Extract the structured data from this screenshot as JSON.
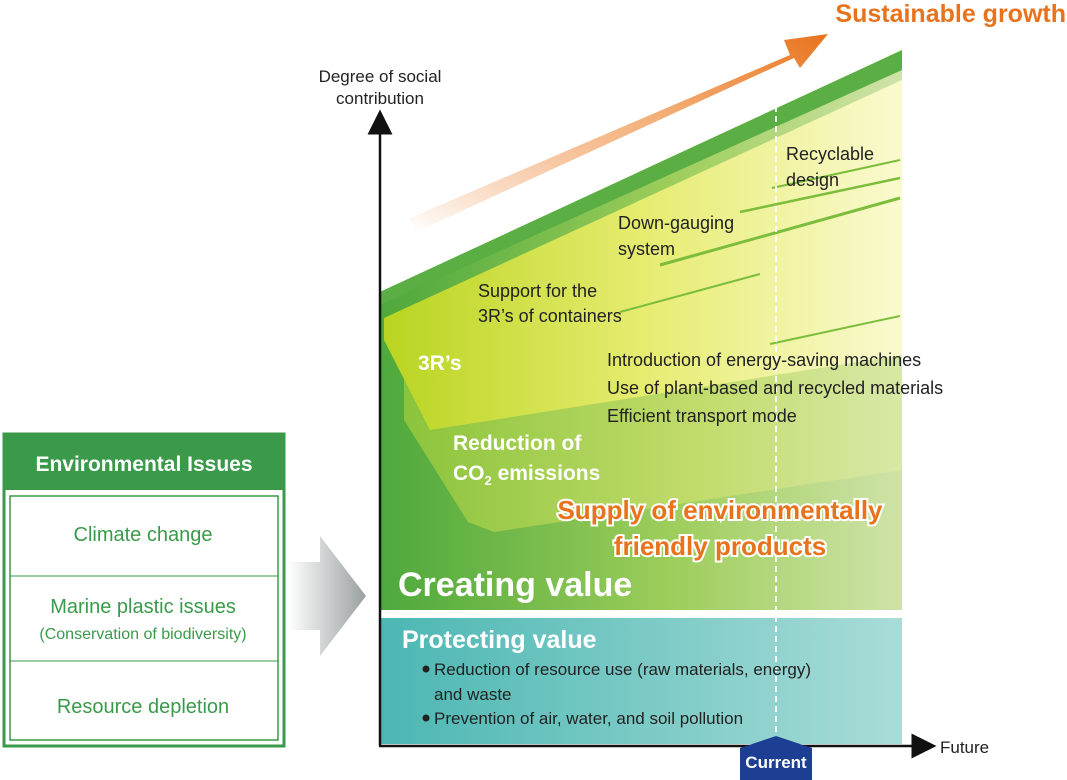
{
  "headline": "Sustainable growth",
  "axes": {
    "y_label_line1": "Degree of social",
    "y_label_line2": "contribution",
    "x_label": "Future",
    "current_marker": "Current"
  },
  "environmental_issues": {
    "title": "Environmental Issues",
    "items": [
      {
        "label": "Climate change",
        "sublabel": ""
      },
      {
        "label": "Marine plastic issues",
        "sublabel": "(Conservation of biodiversity)"
      },
      {
        "label": "Resource depletion",
        "sublabel": ""
      }
    ]
  },
  "initiatives": {
    "recyclable_design": [
      "Recyclable",
      "design"
    ],
    "down_gauging": [
      "Down-gauging",
      "system"
    ],
    "support_3rs": [
      "Support for the",
      "3R’s of containers"
    ],
    "energy_items": [
      "Introduction of energy-saving machines",
      "Use of plant-based and recycled materials",
      "Efficient transport mode"
    ]
  },
  "layers": {
    "three_rs": "3R’s",
    "co2_line1": "Reduction of",
    "co2_line2_prefix": "CO",
    "co2_subscript": "2",
    "co2_line2_suffix": " emissions",
    "supply_line1": "Supply of environmentally",
    "supply_line2": "friendly products",
    "creating_value": "Creating value"
  },
  "protecting_value": {
    "title": "Protecting value",
    "bullets": [
      [
        "Reduction of resource use (raw materials, energy)",
        "and waste"
      ],
      [
        "Prevention of air, water, and soil pollution"
      ]
    ]
  },
  "colors": {
    "accent_orange": "#e8731c",
    "brand_green": "#3a9a4a",
    "teal": "#4db8b4"
  }
}
